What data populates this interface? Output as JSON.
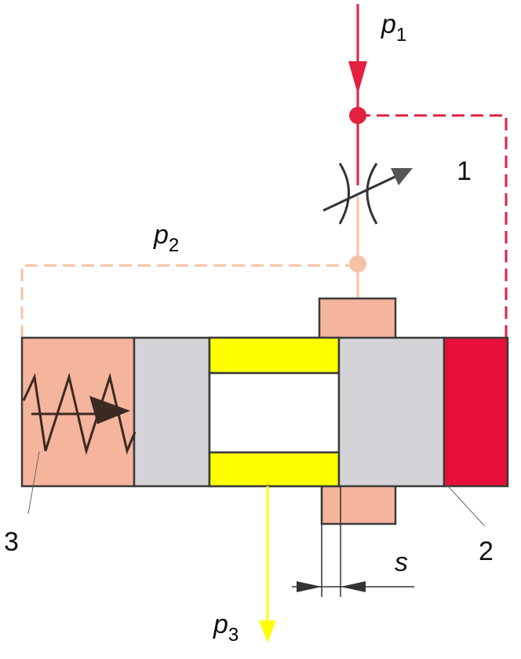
{
  "labels": {
    "p1": {
      "base": "p",
      "sub": "1"
    },
    "p2": {
      "base": "p",
      "sub": "2"
    },
    "p3": {
      "base": "p",
      "sub": "3"
    },
    "throttle_num": "1",
    "chamber_num": "2",
    "spring_num": "3",
    "stroke": "s"
  },
  "colors": {
    "high_pressure": "#e2203f",
    "low_pressure": "#f6c2a6",
    "housing_fill": "#f5b49c",
    "piston_gray": "#d4d4d8",
    "spool_yellow": "#ffff00",
    "outline": "#3b3b3b",
    "chamber_red": "#e8103a"
  },
  "icons": {
    "throttle": "adjustable-throttle-icon",
    "spring": "adjustable-spring-icon",
    "junction": "junction-dot-icon"
  }
}
